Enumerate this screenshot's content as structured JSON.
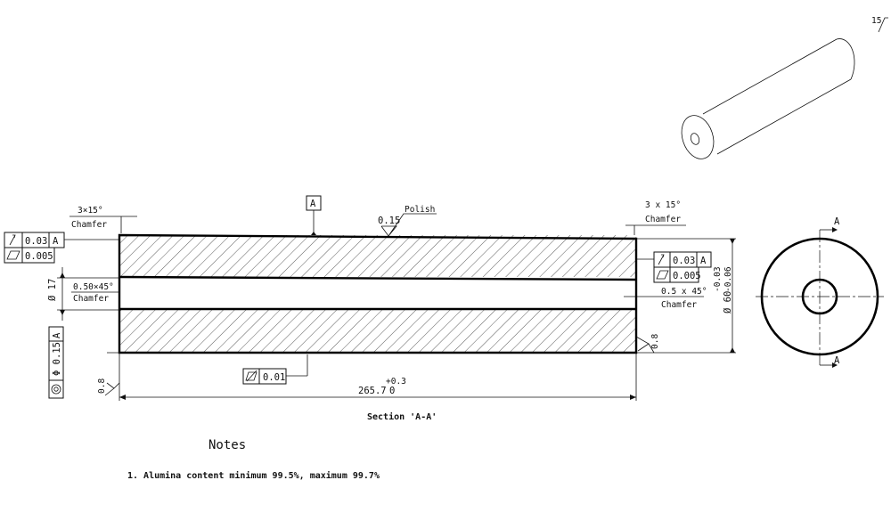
{
  "drawing": {
    "corner_mark": "15",
    "datum_a_label": "A",
    "surface_polish_value": "0.15",
    "polish_label": "Polish",
    "left_chamfer": {
      "size": "3×15°",
      "label": "Chamfer"
    },
    "right_chamfer": {
      "size": "3 x 15°",
      "label": "Chamfer"
    },
    "bore_chamfer_left": {
      "size": "0.50×45°",
      "label": "Chamfer"
    },
    "bore_chamfer_right": {
      "size": "0.5 x 45°",
      "label": "Chamfer"
    },
    "left_fcf_runout": {
      "symbol": "runout-icon",
      "value": "0.03",
      "datum": "A"
    },
    "left_fcf_flatness": {
      "symbol": "flatness-icon",
      "value": "0.005"
    },
    "right_fcf_runout": {
      "symbol": "runout-icon",
      "value": "0.03",
      "datum": "A"
    },
    "right_fcf_flatness": {
      "symbol": "flatness-icon",
      "value": "0.005"
    },
    "bore_diameter": "Ø 17",
    "concentricity_fcf": {
      "symbol": "concentricity-icon",
      "value": "Φ 0.15",
      "datum": "A"
    },
    "cylindricity_fcf": {
      "symbol": "cylindricity-icon",
      "value": "0.01"
    },
    "outer_diameter": "Ø 60",
    "outer_diameter_tol_upper": "-0.03",
    "outer_diameter_tol_lower": "-0.06",
    "roughness_left": "0.8",
    "roughness_right": "0.8",
    "length": "265.7",
    "length_tol_upper": "+0.3",
    "length_tol_lower": "0",
    "section_label": "Section 'A-A'",
    "end_view_cut_label_top": "A",
    "end_view_cut_label_bottom": "A"
  },
  "notes": {
    "title": "Notes",
    "items": [
      "1. Alumina content minimum 99.5%, maximum 99.7%"
    ]
  }
}
